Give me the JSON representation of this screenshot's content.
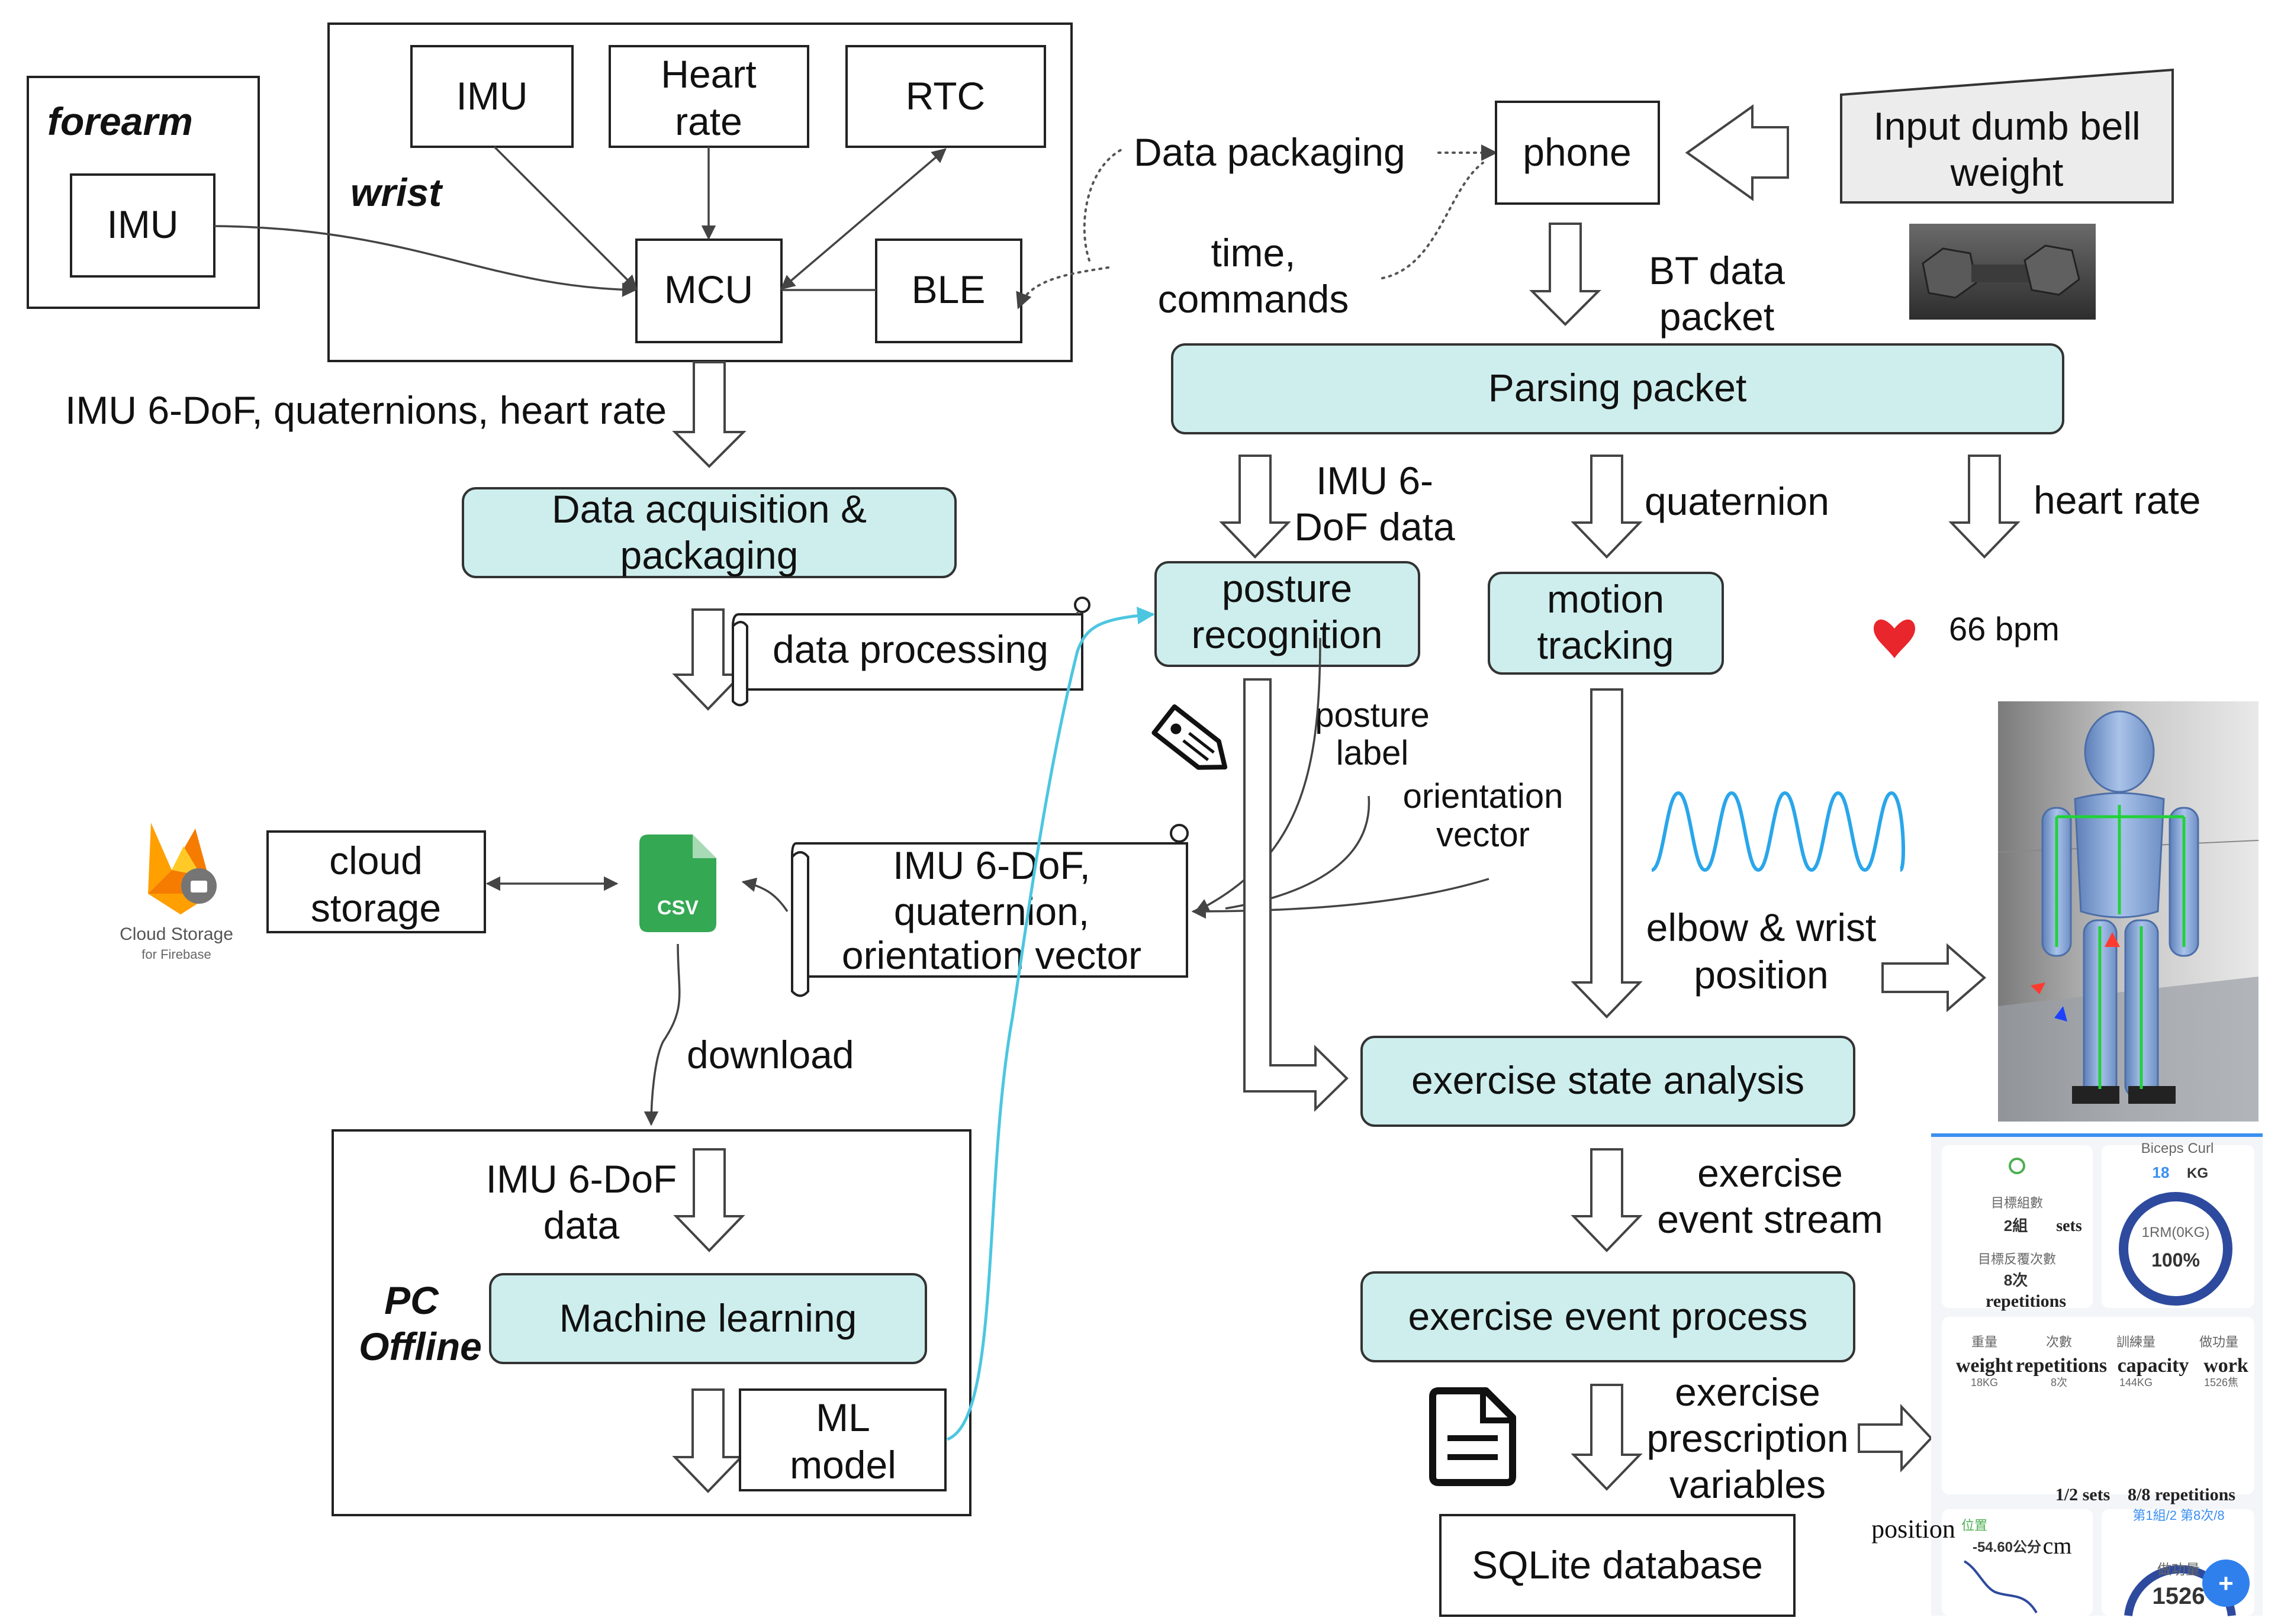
{
  "wrist_group": {
    "label": "wrist",
    "imu": "IMU",
    "heart_rate": [
      "Heart",
      "rate"
    ],
    "rtc": "RTC",
    "mcu": "MCU",
    "ble": "BLE"
  },
  "forearm_group": {
    "label": "forearm",
    "imu": "IMU"
  },
  "labels": {
    "imu_raw": "IMU 6-DoF, quaternions, heart rate",
    "data_packaging": "Data packaging",
    "time_commands": [
      "time,",
      "commands"
    ],
    "bt_packet": [
      "BT data",
      "packet"
    ],
    "imu_6dof_data": [
      "IMU 6-",
      "DoF data"
    ],
    "quaternion": "quaternion",
    "heart_rate": "heart rate",
    "bpm": "66 bpm",
    "posture_label": [
      "posture",
      "label"
    ],
    "orientation_vector": [
      "orientation",
      "vector"
    ],
    "elbow_wrist": [
      "elbow & wrist",
      "position"
    ],
    "download": "download",
    "exercise_event_stream": [
      "exercise",
      "event stream"
    ],
    "prescription": [
      "exercise",
      "prescription",
      "variables"
    ],
    "pc_offline": [
      "PC",
      "Offline"
    ],
    "pc_imu_data": [
      "IMU 6-DoF",
      "data"
    ]
  },
  "nodes": {
    "phone": "phone",
    "input_weight": [
      "Input dumb bell",
      "weight"
    ],
    "parsing_packet": "Parsing packet",
    "data_acq": [
      "Data acquisition &",
      "packaging"
    ],
    "data_processing": "data processing",
    "posture_recognition": [
      "posture",
      "recognition"
    ],
    "motion_tracking": [
      "motion",
      "tracking"
    ],
    "cloud_storage": [
      "cloud",
      "storage"
    ],
    "csv": "CSV",
    "imu_scroll": [
      "IMU 6-DoF,",
      "quaternion,",
      "orientation vector"
    ],
    "exercise_state": "exercise state analysis",
    "exercise_event": "exercise event process",
    "sqlite": "SQLite database",
    "machine_learning": "Machine learning",
    "ml_model": [
      "ML",
      "model"
    ]
  },
  "firebase": {
    "title": "Cloud Storage",
    "subtitle": "for Firebase"
  },
  "app_screen": {
    "title": "Biceps Curl",
    "weight_value": "18",
    "weight_unit": "KG",
    "target_sets_cn": "目標組數",
    "target_sets": "2組",
    "sets_word": "sets",
    "target_reps_cn": "目標反覆次數",
    "target_reps": "8次",
    "reps_word": "repetitions",
    "ring_label": "1RM(0KG)",
    "ring_value": "100%",
    "stats_cn": [
      "重量",
      "次數",
      "訓練量",
      "做功量"
    ],
    "stats": [
      "weight",
      "repetitions",
      "capacity",
      "work"
    ],
    "stats_values": [
      "18KG",
      "8次",
      "144KG",
      "1526焦"
    ],
    "progress_sets": "1/2 sets",
    "progress_reps": "8/8 repetitions",
    "progress_cn": "第1組/2 第8次/8",
    "position_word": "position",
    "position_cn": "位置",
    "position_value": "-54.60公分",
    "position_unit": "cm",
    "work_cn": "做功量",
    "work_value": "1526",
    "fab": "+"
  },
  "colors": {
    "teal_fill": "#cdeeed",
    "cyan_link": "#4cc6e0",
    "wave": "#2aa6ea",
    "heart": "#e8262b",
    "csv_green": "#34a853",
    "ring_blue": "#2e4a9e"
  }
}
